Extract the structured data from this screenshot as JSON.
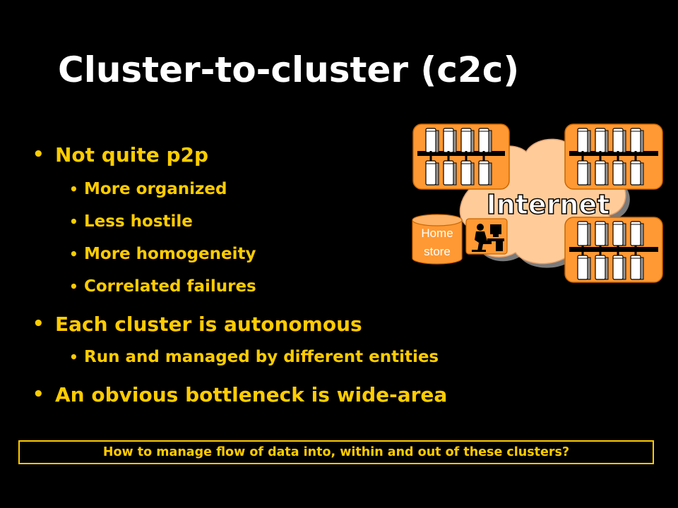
{
  "title": "Cluster-to-cluster (c2c)",
  "bullets": [
    {
      "text": "Not quite p2p",
      "level": 1
    },
    {
      "text": "More organized",
      "level": 2
    },
    {
      "text": "Less hostile",
      "level": 2
    },
    {
      "text": "More homogeneity",
      "level": 2
    },
    {
      "text": "Correlated failures",
      "level": 2
    },
    {
      "text": "Each cluster is autonomous",
      "level": 1
    },
    {
      "text": "Run and managed by different entities",
      "level": 2
    },
    {
      "text": "An obvious bottleneck is wide-area",
      "level": 1
    }
  ],
  "diagram": {
    "cloud_label": "Internet",
    "home_store": {
      "line1": "Home",
      "line2": "store"
    },
    "icons": [
      "server-cluster-icon",
      "server-cluster-icon",
      "server-cluster-icon",
      "user-at-computer-icon",
      "database-cylinder-icon",
      "cloud-icon"
    ]
  },
  "question": "How to manage flow of data into, within and out of these clusters?",
  "colors": {
    "background": "#000000",
    "title": "#ffffff",
    "accent": "#ffcc00",
    "cluster_bg": "#ff9933",
    "cloud": "#ffcc99"
  }
}
